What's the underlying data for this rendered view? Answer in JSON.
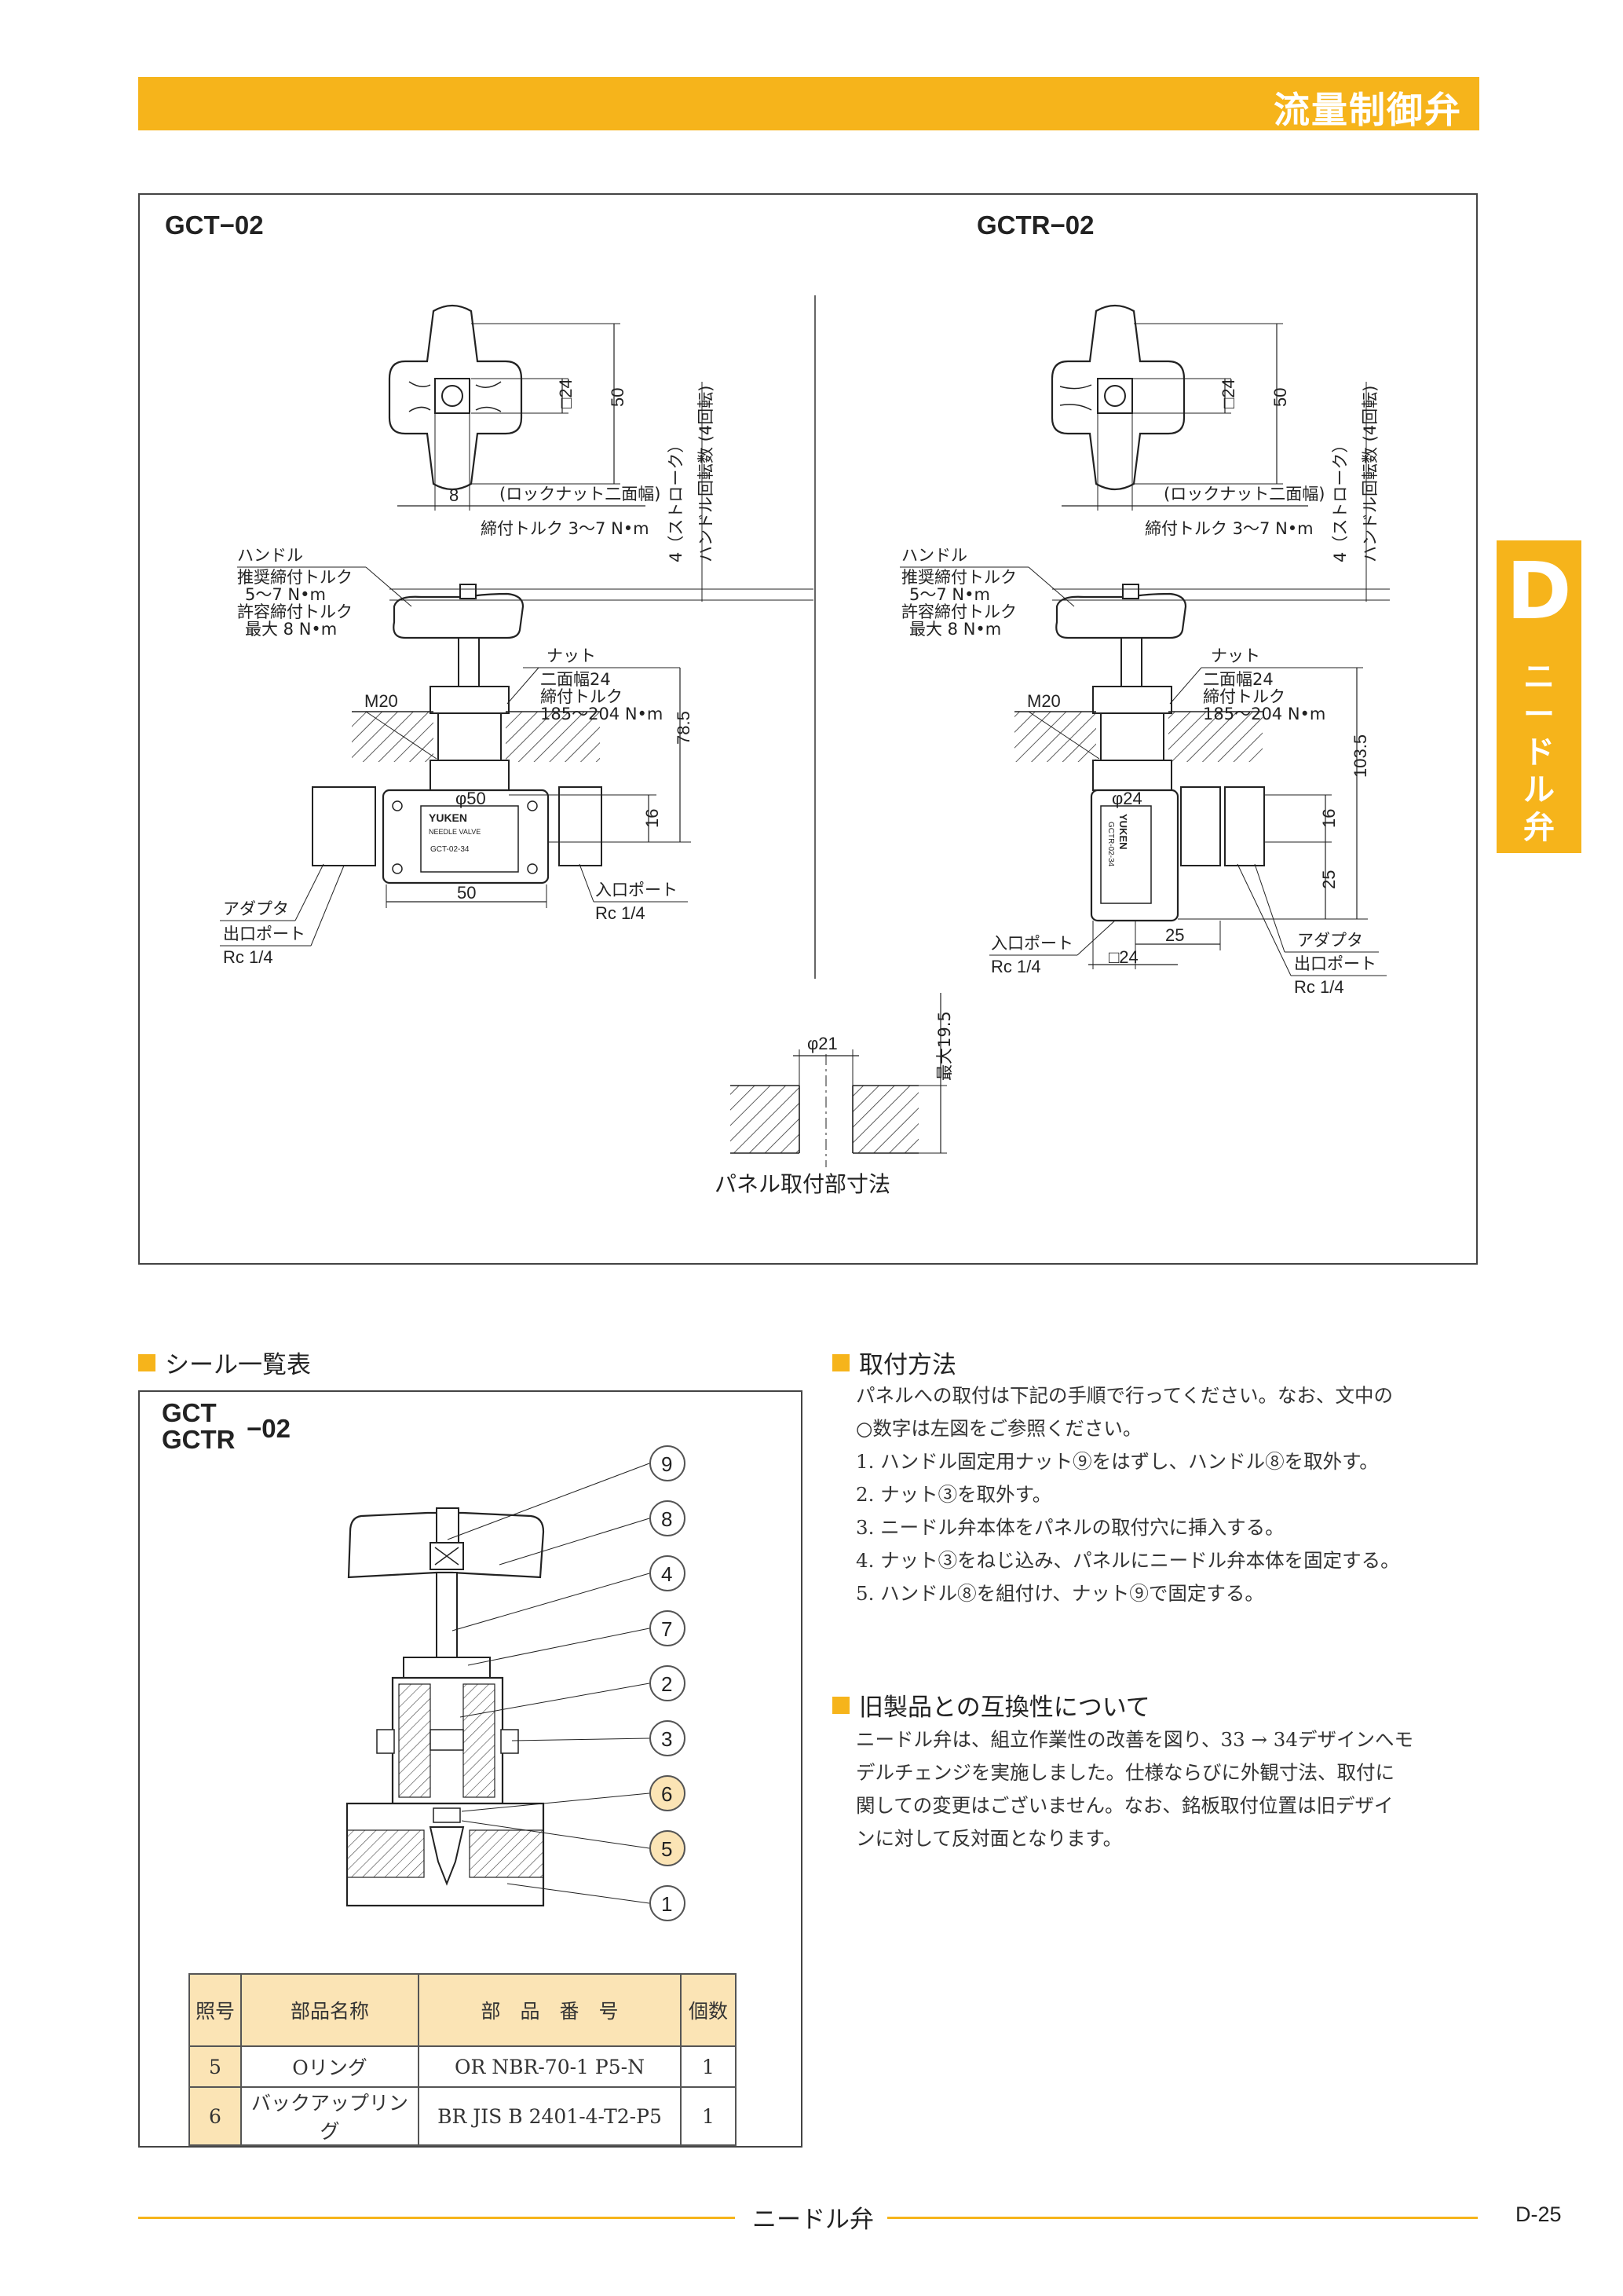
{
  "header": {
    "title": "流量制御弁"
  },
  "side_tab": {
    "letter": "D",
    "text": "ニードル弁"
  },
  "diagram": {
    "left_model": "GCT−02",
    "right_model": "GCTR−02",
    "panel_caption": "パネル取付部寸法",
    "labels": {
      "sq24": "□24",
      "dim50": "50",
      "dim8": "8",
      "locknut": "(ロックナット二面幅)",
      "torque_small": "締付トルク 3〜7 N•m",
      "stroke": "4（ストローク）",
      "handle_turns": "ハンドル回転数 (4回転)",
      "handle": "ハンドル",
      "rec_torque": "推奨締付トルク",
      "rec_val": "5〜7 N•m",
      "allow_torque": "許容締付トルク",
      "allow_val": "最大 8 N•m",
      "nut": "ナット",
      "across": "二面幅24",
      "tight": "締付トルク",
      "tight_val": "185〜204 N•m",
      "m20": "M20",
      "dim78": "78.5",
      "dim103": "103.5",
      "phi50": "φ50",
      "phi24": "φ24",
      "dim16": "16",
      "dim25": "25",
      "adapter": "アダプタ",
      "outport": "出口ポート",
      "inport": "入口ポート",
      "rc": "Rc 1/4",
      "phi21": "φ21",
      "max195": "最大19.5",
      "nameplate_brand": "YUKEN",
      "nameplate_kind": "NEEDLE VALVE",
      "nameplate_model_l": "GCT-02-34",
      "nameplate_model_r": "GCTR-02-34"
    }
  },
  "seal_section": {
    "heading": "シール一覧表",
    "model_a": "GCT",
    "model_b": "GCTR",
    "suffix": "−02",
    "callouts": [
      "9",
      "8",
      "4",
      "7",
      "2",
      "3",
      "6",
      "5",
      "1"
    ],
    "table": {
      "headers": [
        "照号",
        "部品名称",
        "部　品　番　号",
        "個数"
      ],
      "rows": [
        [
          "5",
          "Oリング",
          "OR NBR-70-1 P5-N",
          "1"
        ],
        [
          "6",
          "バックアップリング",
          "BR JIS B 2401-4-T2-P5",
          "1"
        ]
      ]
    }
  },
  "mounting": {
    "heading": "取付方法",
    "intro1": "パネルへの取付は下記の手順で行ってください。なお、文中の",
    "intro2": "○数字は左図をご参照ください。",
    "steps": [
      "1. ハンドル固定用ナット⑨をはずし、ハンドル⑧を取外す。",
      "2. ナット③を取外す。",
      "3. ニードル弁本体をパネルの取付穴に挿入する。",
      "4. ナット③をねじ込み、パネルにニードル弁本体を固定する。",
      "5. ハンドル⑧を組付け、ナット⑨で固定する。"
    ]
  },
  "compat": {
    "heading": "旧製品との互換性について",
    "lines": [
      "ニードル弁は、組立作業性の改善を図り、33 → 34デザインへモ",
      "デルチェンジを実施しました。仕様ならびに外観寸法、取付に",
      "関しての変更はございません。なお、銘板取付位置は旧デザイ",
      "ンに対して反対面となります。"
    ]
  },
  "footer": {
    "title": "ニードル弁",
    "page": "D-25"
  }
}
